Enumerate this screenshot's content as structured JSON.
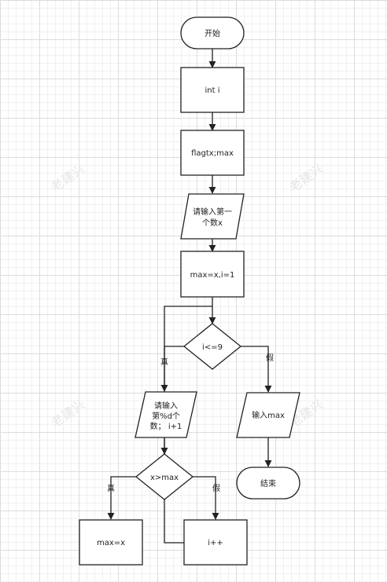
{
  "watermark": "老建兴",
  "nodes": {
    "start": "开始",
    "declare_i": "int i",
    "declare_flag": "flagtx;max",
    "input_first_line1": "请输入第一",
    "input_first_line2": "个数x",
    "assign": "max=x,i=1",
    "condition_i": "i<=9",
    "input_nth_line1": "请输入",
    "input_nth_line2": "第%d个",
    "input_nth_line3": "数；  i+1",
    "condition_x": "x>max",
    "set_max": "max=x",
    "increment": "i++",
    "output_max": "输入max",
    "end": "结束"
  },
  "edges": {
    "true_label_1": "真",
    "false_label_1": "假",
    "true_label_2": "真",
    "false_label_2": "假"
  }
}
